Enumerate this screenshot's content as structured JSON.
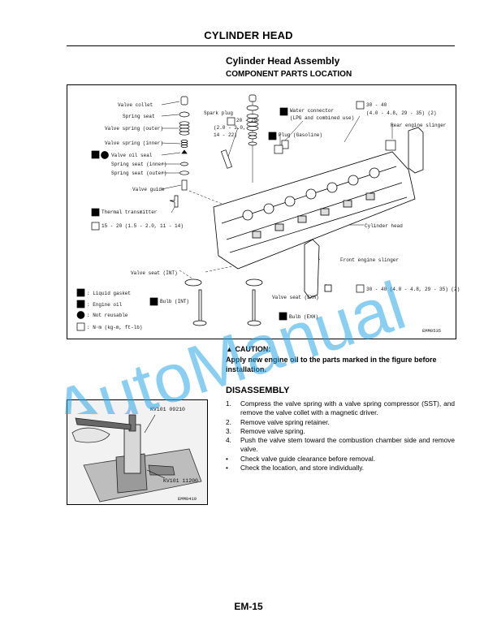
{
  "header": {
    "title": "CYLINDER HEAD"
  },
  "section": {
    "title": "Cylinder Head Assembly",
    "subtitle": "COMPONENT PARTS LOCATION"
  },
  "figure1": {
    "code": "EMM0535",
    "labels": {
      "valve_collet": "Valve collet",
      "spring_seat": "Spring seat",
      "valve_spring_outer": "Valve spring (outer)",
      "valve_spring_inner": "Valve spring (inner)",
      "valve_oil_seal": "Valve oil seal",
      "spring_seat_inner": "Spring seat (inner)",
      "spring_seat_outer": "Spring seat (outer)",
      "valve_guide": "Valve guide",
      "thermal_transmitter": "Thermal transmitter",
      "thermal_torque": "15 - 20 (1.5 - 2.0, 11 - 14)",
      "spark_plug": "Spark plug",
      "spark_torque_1": "20 - 29",
      "spark_torque_2": "(2.0 - 3.0,",
      "spark_torque_3": "14 - 22)",
      "water_connector_1": "Water connector",
      "water_connector_2": "(LPG and combined use)",
      "plug_gasoline": "Plug (Gasoline)",
      "top_torque_1": "30 - 40",
      "top_torque_2": "(4.0 - 4.8, 29 - 35) (2)",
      "rear_engine_slinger": "Rear engine slinger",
      "cylinder_head": "Cylinder head",
      "front_engine_slinger": "Front engine slinger",
      "valve_seat_int": "Valve seat (INT)",
      "valve_seat_exh": "Valve seat (EXH)",
      "front_torque": "30 - 40 (4.0 - 4.8, 29 - 35) (2)",
      "bulb_int": "Bulb (INT)",
      "bulb_exh": "Bulb (EXH)"
    },
    "legend": [
      {
        "icon": "pencil-icon",
        "text": ": Liquid gasket"
      },
      {
        "icon": "oil-can-icon",
        "text": ": Engine oil"
      },
      {
        "icon": "not-reusable-icon",
        "text": ": Not reusable"
      },
      {
        "icon": "torque-wrench-icon",
        "text": ": N·m (kg-m, ft-lb)"
      }
    ]
  },
  "caution": {
    "title": "CAUTION:",
    "text": "Apply new engine oil to the parts marked in the figure before installation."
  },
  "disassembly": {
    "title": "DISASSEMBLY",
    "steps": [
      {
        "num": "1.",
        "text": "Compress the valve spring with a valve spring compressor (SST), and remove the valve collet with a magnetic driver."
      },
      {
        "num": "2.",
        "text": "Remove valve spring retainer."
      },
      {
        "num": "3.",
        "text": "Remove valve spring."
      },
      {
        "num": "4.",
        "text": "Push the valve stem toward the combustion chamber side and remove valve."
      },
      {
        "num": "•",
        "text": "Check valve guide clearance before removal."
      },
      {
        "num": "•",
        "text": "Check the location, and store individually."
      }
    ]
  },
  "figure2": {
    "code": "EMM0419",
    "tool_1": "KV101 09210",
    "tool_2": "KV101 11200"
  },
  "watermark": {
    "text": "AutoManual"
  },
  "page": {
    "number": "EM-15"
  }
}
